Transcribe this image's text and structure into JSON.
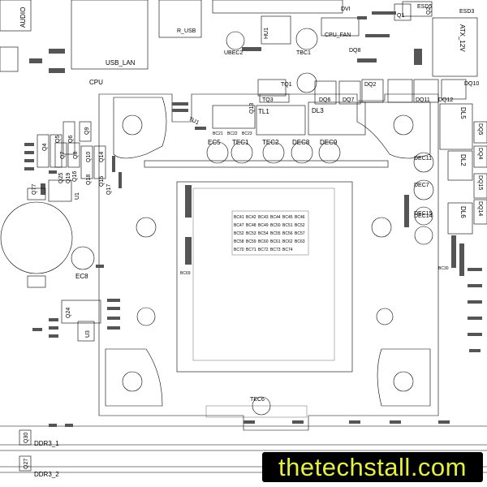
{
  "board_labels": {
    "audio": "AUDIO",
    "usb_lan": "USB_LAN",
    "cpu": "CPU",
    "r_usb": "R_USB",
    "dvi": "DVI",
    "esd5": "ESD5",
    "esd3": "ESD3",
    "atx_12v": "ATX_12V",
    "cpu_fan": "CPU_FAN",
    "ddr3_1": "DDR3_1",
    "ddr3_2": "DDR3_2"
  },
  "refdes": {
    "hu1": "HU1",
    "ubec2": "UBEC2",
    "tbc1": "TBC1",
    "dq8": "DQ8",
    "q1": "Q1",
    "q2": "Q2",
    "tq1": "TQ1",
    "tq3": "TQ3",
    "dq6": "DQ6",
    "dq7": "DQ7",
    "dq2": "DQ2",
    "dq12": "DQ12",
    "dq11": "DQ11",
    "dq10": "DQ10",
    "tl1": "TL1",
    "tu1": "TU1",
    "q13": "Q13",
    "dl3": "DL3",
    "dl5": "DL5",
    "dq5": "DQ5",
    "dq4": "DQ4",
    "dl2": "DL2",
    "dec11": "DEC11",
    "dec7": "DEC7",
    "dec15": "DEC15",
    "dec14": "DEC14",
    "dl6": "DL6",
    "dq15": "DQ15",
    "dq14": "DQ14",
    "ec5": "EC5",
    "tec1": "TEC1",
    "tec2": "TEC2",
    "dec8": "DEC8",
    "dec9": "DEC9",
    "bc21": "BC21",
    "bc22": "BC22",
    "bc23": "BC23",
    "q4": "Q4",
    "q5": "Q5",
    "q6": "Q6",
    "q7": "Q7",
    "q8": "Q8",
    "q9": "Q9",
    "q10": "Q10",
    "q14": "Q14",
    "q15": "Q15",
    "q16": "Q16",
    "q17": "Q17",
    "q18": "Q18",
    "q19": "Q19",
    "q25": "Q25",
    "q77": "Q77",
    "u1": "U1",
    "ec8": "EC8",
    "q24": "Q24",
    "u3": "U3",
    "q30": "Q30",
    "q27": "Q27",
    "tec6": "TEC6",
    "bc69": "BC69",
    "bc30": "BC30"
  },
  "cap_grid": [
    [
      "BC41",
      "BC42",
      "BC43",
      "BC44",
      "BC45",
      "BC46"
    ],
    [
      "BC47",
      "BC48",
      "BC49",
      "BC50",
      "BC51",
      "BC52"
    ],
    [
      "BC52",
      "BC53",
      "BC54",
      "BC55",
      "BC56",
      "BC57"
    ],
    [
      "BC58",
      "BC59",
      "BC60",
      "BC61",
      "BC62",
      "BC63"
    ],
    [
      "BC70",
      "BC71",
      "BC72",
      "BC73",
      "BC74",
      ""
    ]
  ],
  "watermark": "thetechstall.com"
}
